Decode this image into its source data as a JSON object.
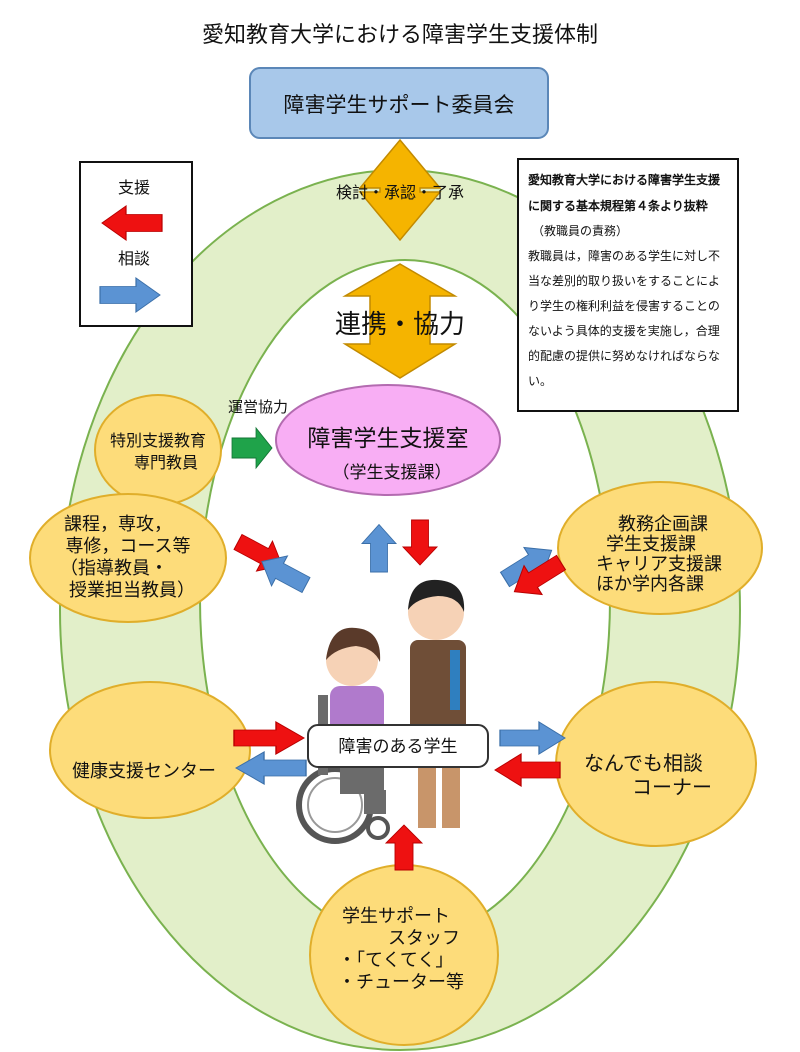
{
  "title": "愛知教育大学における障害学生支援体制",
  "committee": "障害学生サポート委員会",
  "review_label": "検討・承認・了承",
  "cooperation_label": "連携・協力",
  "legend": {
    "support": "支援",
    "consult": "相談"
  },
  "center": {
    "name": "障害学生支援室",
    "sub": "（学生支援課）"
  },
  "operation_label": "運営協力",
  "student": "障害のある学生",
  "nodes": {
    "special_ed": [
      "特別支援教育",
      "専門教員"
    ],
    "course": [
      "課程，専攻，",
      "専修，コース等",
      "（指導教員・",
      "授業担当教員）"
    ],
    "health": [
      "健康支援センター"
    ],
    "affairs": [
      "教務企画課",
      "学生支援課",
      "キャリア支援課",
      "ほか学内各課"
    ],
    "consult_corner": [
      "なんでも相談",
      "コーナー"
    ],
    "support_staff": [
      "学生サポート",
      "スタッフ",
      "・「てくてく」",
      "・チューター等"
    ]
  },
  "clause": {
    "heading": "愛知教育大学における障害学生支援に関する基本規程第４条より抜粋",
    "subheading": "（教職員の責務）",
    "body": "教職員は，障害のある学生に対し不当な差別的取り扱いをすることにより学生の権利利益を侵害することのないよう具体的支援を実施し，合理的配慮の提供に努めなければならない。"
  },
  "colors": {
    "support_arrow": "#ee1111",
    "consult_arrow": "#5b93d3",
    "cooperation_arrow": "#f5b400",
    "operation_arrow": "#1fa34a",
    "node_fill": "#fddc7a",
    "center_fill": "#f8aef4",
    "committee_fill": "#a8c8ea",
    "ring": "#e2efc9"
  }
}
